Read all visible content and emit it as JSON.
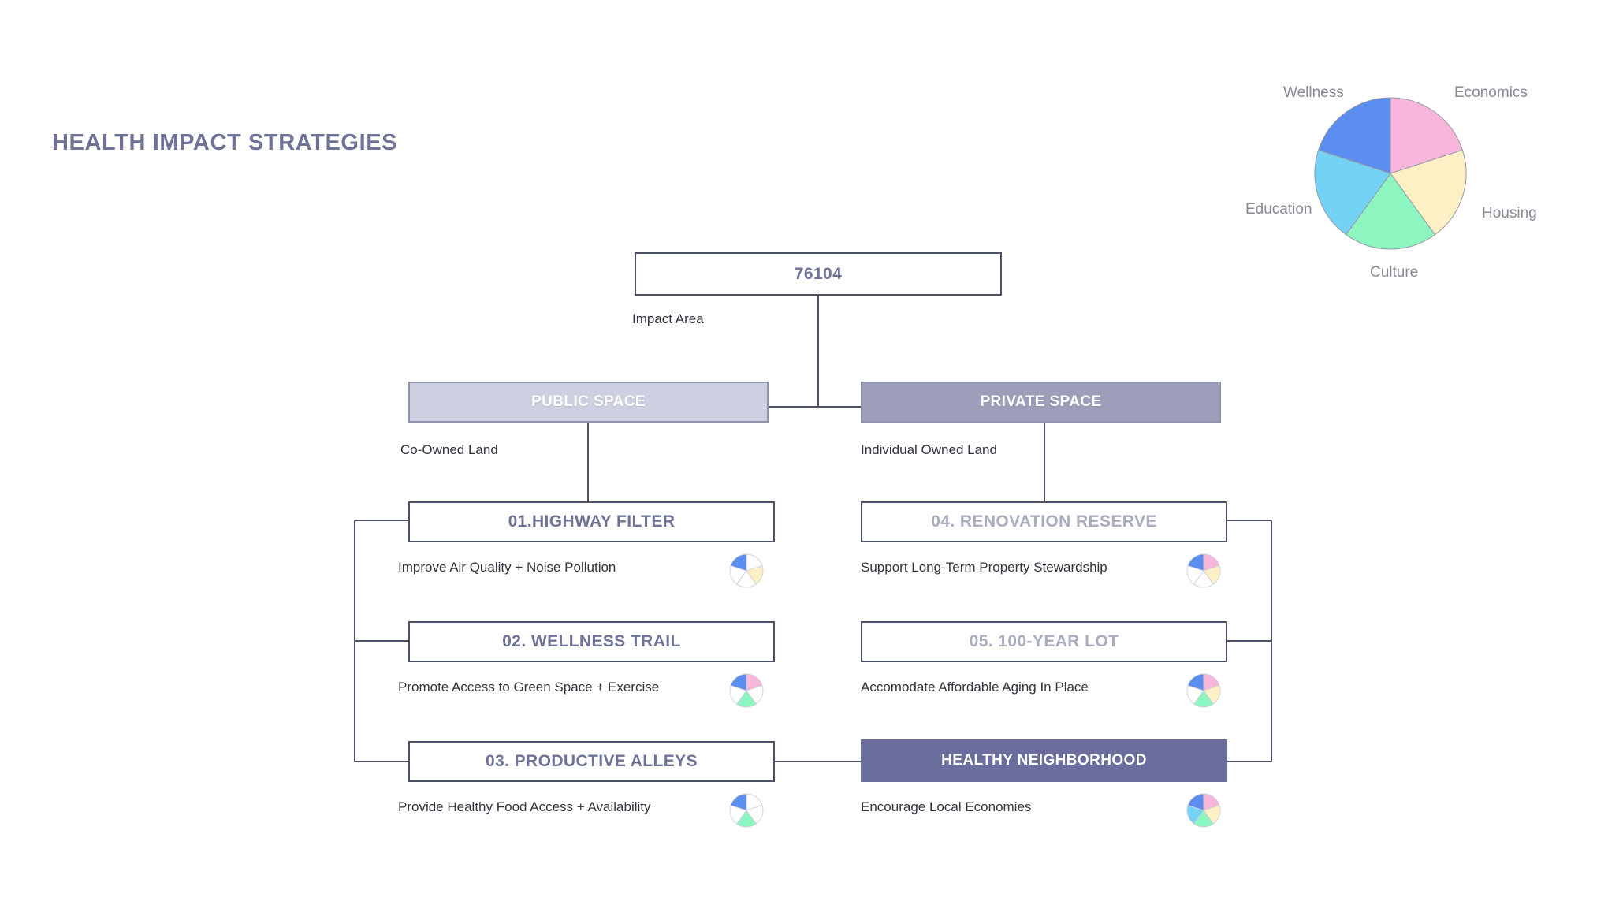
{
  "page": {
    "title": "HEALTH IMPACT STRATEGIES",
    "background_color": "#ffffff",
    "title_color": "#6f7397"
  },
  "palette": {
    "economics": "#f9b6dd",
    "housing": "#fdf0c4",
    "culture": "#8cf5c0",
    "education": "#74d2f5",
    "wellness": "#5b8ef0",
    "inactive": "#ffffff",
    "line": "#4c5066",
    "public_fill": "#ccd0e0",
    "private_fill": "#9d9fba",
    "healthy_fill": "#6b6d9c",
    "muted_text": "#a9adbd"
  },
  "legend": {
    "labels": {
      "wellness": "Wellness",
      "economics": "Economics",
      "education": "Education",
      "housing": "Housing",
      "culture": "Culture"
    }
  },
  "chart_data": {
    "type": "pie",
    "title": "Health Impact Categories",
    "categories": [
      "Economics",
      "Housing",
      "Culture",
      "Education",
      "Wellness"
    ],
    "values": [
      20,
      20,
      20,
      20,
      20
    ],
    "unit": "percent",
    "colors": [
      "#f9b6dd",
      "#fdf0c4",
      "#8cf5c0",
      "#74d2f5",
      "#5b8ef0"
    ],
    "start_angle_deg": 0,
    "direction": "clockwise",
    "legend_position": "around-slices",
    "grid": false,
    "series": [
      {
        "name": "01.HIGHWAY FILTER",
        "active_categories": [
          "Housing",
          "Wellness"
        ],
        "values": [
          0,
          1,
          0,
          0,
          1
        ]
      },
      {
        "name": "02. WELLNESS TRAIL",
        "active_categories": [
          "Economics",
          "Culture",
          "Wellness"
        ],
        "values": [
          1,
          0,
          1,
          0,
          1
        ]
      },
      {
        "name": "03. PRODUCTIVE ALLEYS",
        "active_categories": [
          "Culture",
          "Wellness"
        ],
        "values": [
          0,
          0,
          1,
          0,
          1
        ]
      },
      {
        "name": "04. RENOVATION RESERVE",
        "active_categories": [
          "Economics",
          "Housing",
          "Wellness"
        ],
        "values": [
          1,
          1,
          0,
          0,
          1
        ]
      },
      {
        "name": "05. 100-YEAR LOT",
        "active_categories": [
          "Economics",
          "Housing",
          "Culture",
          "Wellness"
        ],
        "values": [
          1,
          1,
          1,
          0,
          1
        ]
      },
      {
        "name": "HEALTHY NEIGHBORHOOD",
        "active_categories": [
          "Economics",
          "Housing",
          "Culture",
          "Education",
          "Wellness"
        ],
        "values": [
          1,
          1,
          1,
          1,
          1
        ]
      }
    ]
  },
  "tree": {
    "root": {
      "label": "76104",
      "caption": "Impact Area"
    },
    "branches": [
      {
        "key": "public",
        "label": "PUBLIC SPACE",
        "caption": "Co-Owned Land"
      },
      {
        "key": "private",
        "label": "PRIVATE SPACE",
        "caption": "Individual Owned Land"
      }
    ],
    "strategies": [
      {
        "id": "01",
        "column": "public",
        "label": "01.HIGHWAY FILTER",
        "caption": "Improve Air Quality + Noise Pollution",
        "muted": false
      },
      {
        "id": "02",
        "column": "public",
        "label": "02. WELLNESS TRAIL",
        "caption": "Promote Access to Green Space + Exercise",
        "muted": false
      },
      {
        "id": "03",
        "column": "public",
        "label": "03. PRODUCTIVE ALLEYS",
        "caption": "Provide Healthy Food Access + Availability",
        "muted": false
      },
      {
        "id": "04",
        "column": "private",
        "label": "04. RENOVATION RESERVE",
        "caption": "Support Long-Term Property Stewardship",
        "muted": true
      },
      {
        "id": "05",
        "column": "private",
        "label": "05. 100-YEAR LOT",
        "caption": "Accomodate Affordable Aging In Place",
        "muted": true
      },
      {
        "id": "06",
        "column": "private",
        "label": "HEALTHY NEIGHBORHOOD",
        "caption": "Encourage Local Economies",
        "muted": false
      }
    ]
  }
}
